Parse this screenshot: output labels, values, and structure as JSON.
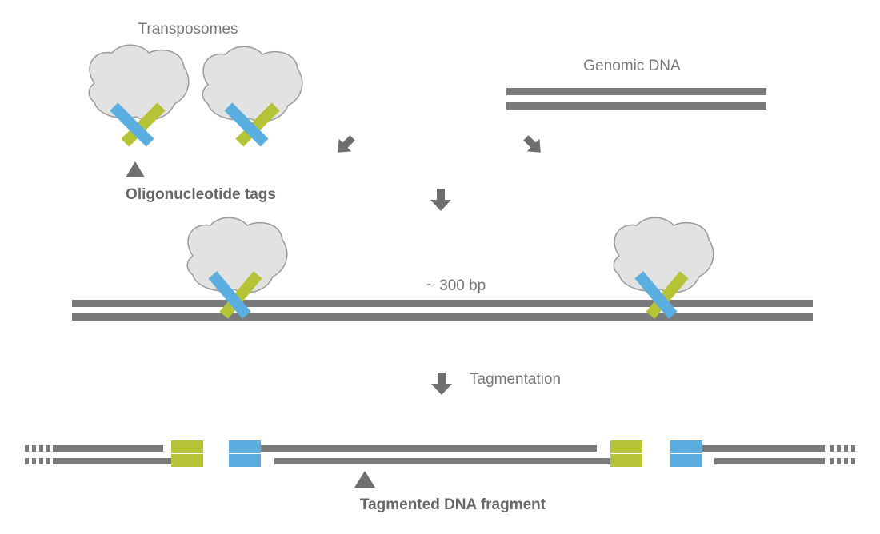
{
  "labels": {
    "transposomes": "Transposomes",
    "genomic_dna": "Genomic DNA",
    "oligonucleotide_tags": "Oligonucleotide tags",
    "fragment_length": "~ 300 bp",
    "tagmentation": "Tagmentation",
    "tagmented_fragment": "Tagmented DNA fragment"
  },
  "colors": {
    "dna": "#7a7a7a",
    "blob_fill": "#e2e2e2",
    "blob_stroke": "#9a9a9a",
    "tag_blue": "#5aaee0",
    "tag_green": "#b5c436",
    "arrow": "#6e6e6e"
  }
}
